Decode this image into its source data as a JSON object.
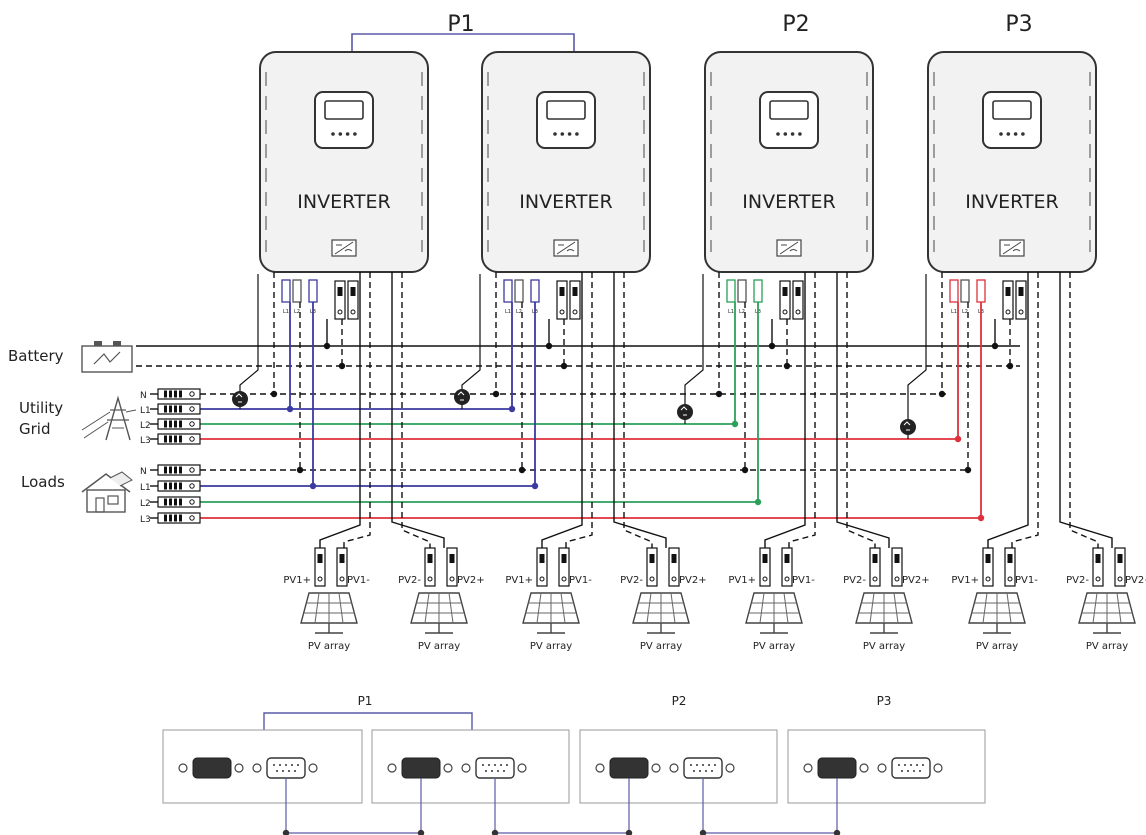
{
  "phase_labels": [
    "P1",
    "P2",
    "P3"
  ],
  "inverter_label": "INVERTER",
  "left_labels": {
    "battery": "Battery",
    "utility_line1": "Utility",
    "utility_line2": "Grid",
    "loads": "Loads"
  },
  "bus_tags": {
    "grid": [
      "N",
      "L1",
      "L2",
      "L3"
    ],
    "loads": [
      "N",
      "L1",
      "L2",
      "L3"
    ]
  },
  "terminal_tags": [
    "L1",
    "L2",
    "L3"
  ],
  "pv_labels": {
    "pv1_plus": "PV1+",
    "pv1_minus": "PV1-",
    "pv2_minus": "PV2-",
    "pv2_plus": "PV2+",
    "array": "PV array"
  },
  "bottom_labels": [
    "P1",
    "P2",
    "P3"
  ],
  "colors": {
    "L1": "#3a3aa0",
    "L2": "#2aa05a",
    "L3": "#e0303a",
    "link": "#5a5aa8",
    "line": "#111111",
    "panel_border": "#999999"
  }
}
